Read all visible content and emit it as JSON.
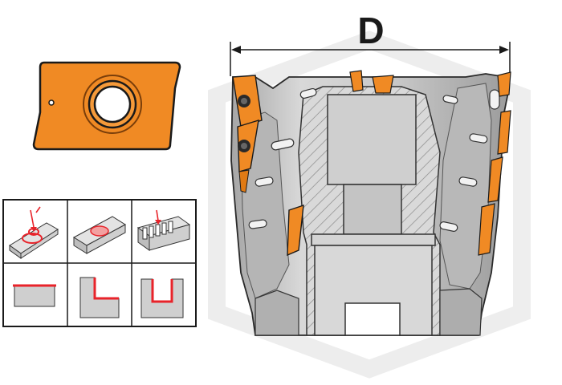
{
  "dimension": {
    "label": "D"
  },
  "insert": {
    "color": "#f08a24",
    "outline": "#1a1a1a"
  },
  "operations": {
    "icons": [
      {
        "id": "ramping",
        "icon": "ramping-drill-icon"
      },
      {
        "id": "pocketing",
        "icon": "pocket-milling-icon"
      },
      {
        "id": "slot-plunge",
        "icon": "plunge-slot-icon"
      },
      {
        "id": "face",
        "icon": "face-milling-icon"
      },
      {
        "id": "shoulder",
        "icon": "shoulder-milling-icon"
      },
      {
        "id": "slotting",
        "icon": "slot-milling-icon"
      }
    ],
    "accent_color": "#e8232a",
    "block_color": "#cfcfcf"
  },
  "cutter": {
    "body_color": "#c9c9c9",
    "shade_color": "#a9a9a9",
    "watermark_color": "#ededed"
  }
}
